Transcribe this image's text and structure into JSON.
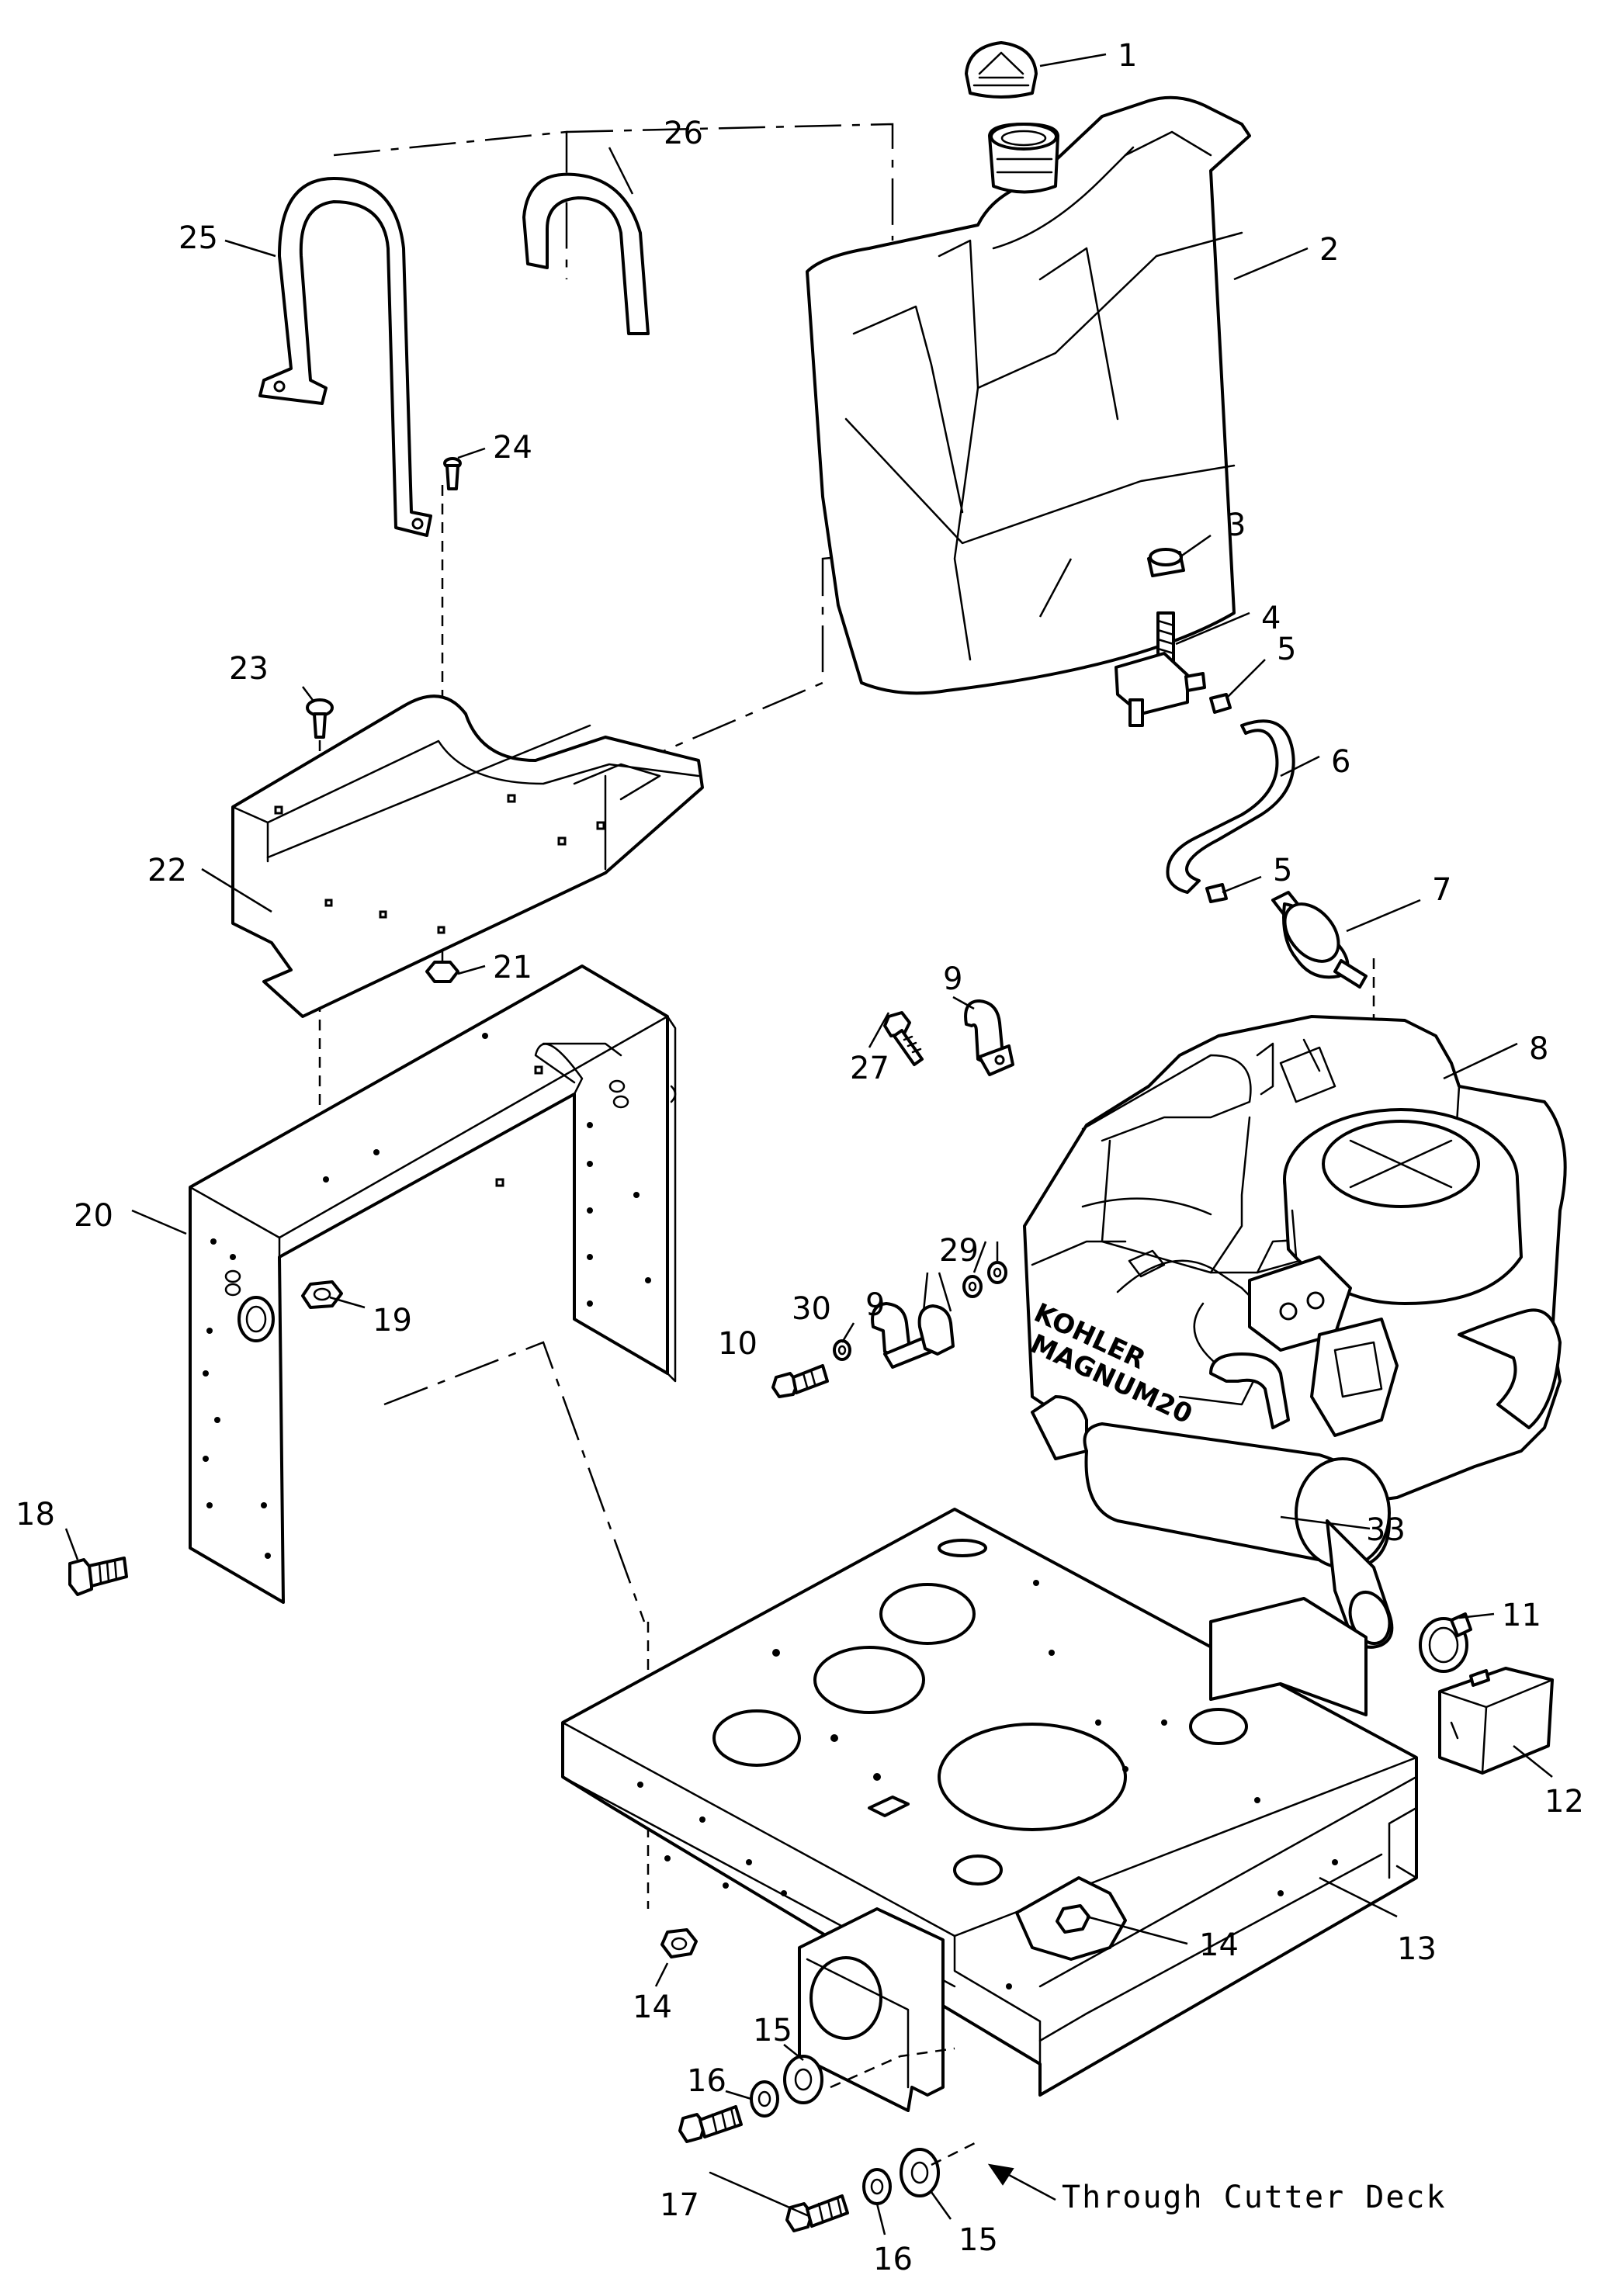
{
  "callouts": {
    "c1": "1",
    "c2": "2",
    "c3": "3",
    "c4": "4",
    "c5a": "5",
    "c5b": "5",
    "c6": "6",
    "c7": "7",
    "c8": "8",
    "c9a": "9",
    "c9b": "9",
    "c10": "10",
    "c11": "11",
    "c12": "12",
    "c13": "13",
    "c14a": "14",
    "c14b": "14",
    "c15a": "15",
    "c15b": "15",
    "c16a": "16",
    "c16b": "16",
    "c17": "17",
    "c18": "18",
    "c19": "19",
    "c20": "20",
    "c21": "21",
    "c22": "22",
    "c23": "23",
    "c24": "24",
    "c25": "25",
    "c26": "26",
    "c27": "27",
    "c29": "29",
    "c30": "30",
    "c33": "33"
  },
  "engine_brand": "KOHLER",
  "engine_model": "MAGNUM20",
  "note": "Through Cutter Deck"
}
